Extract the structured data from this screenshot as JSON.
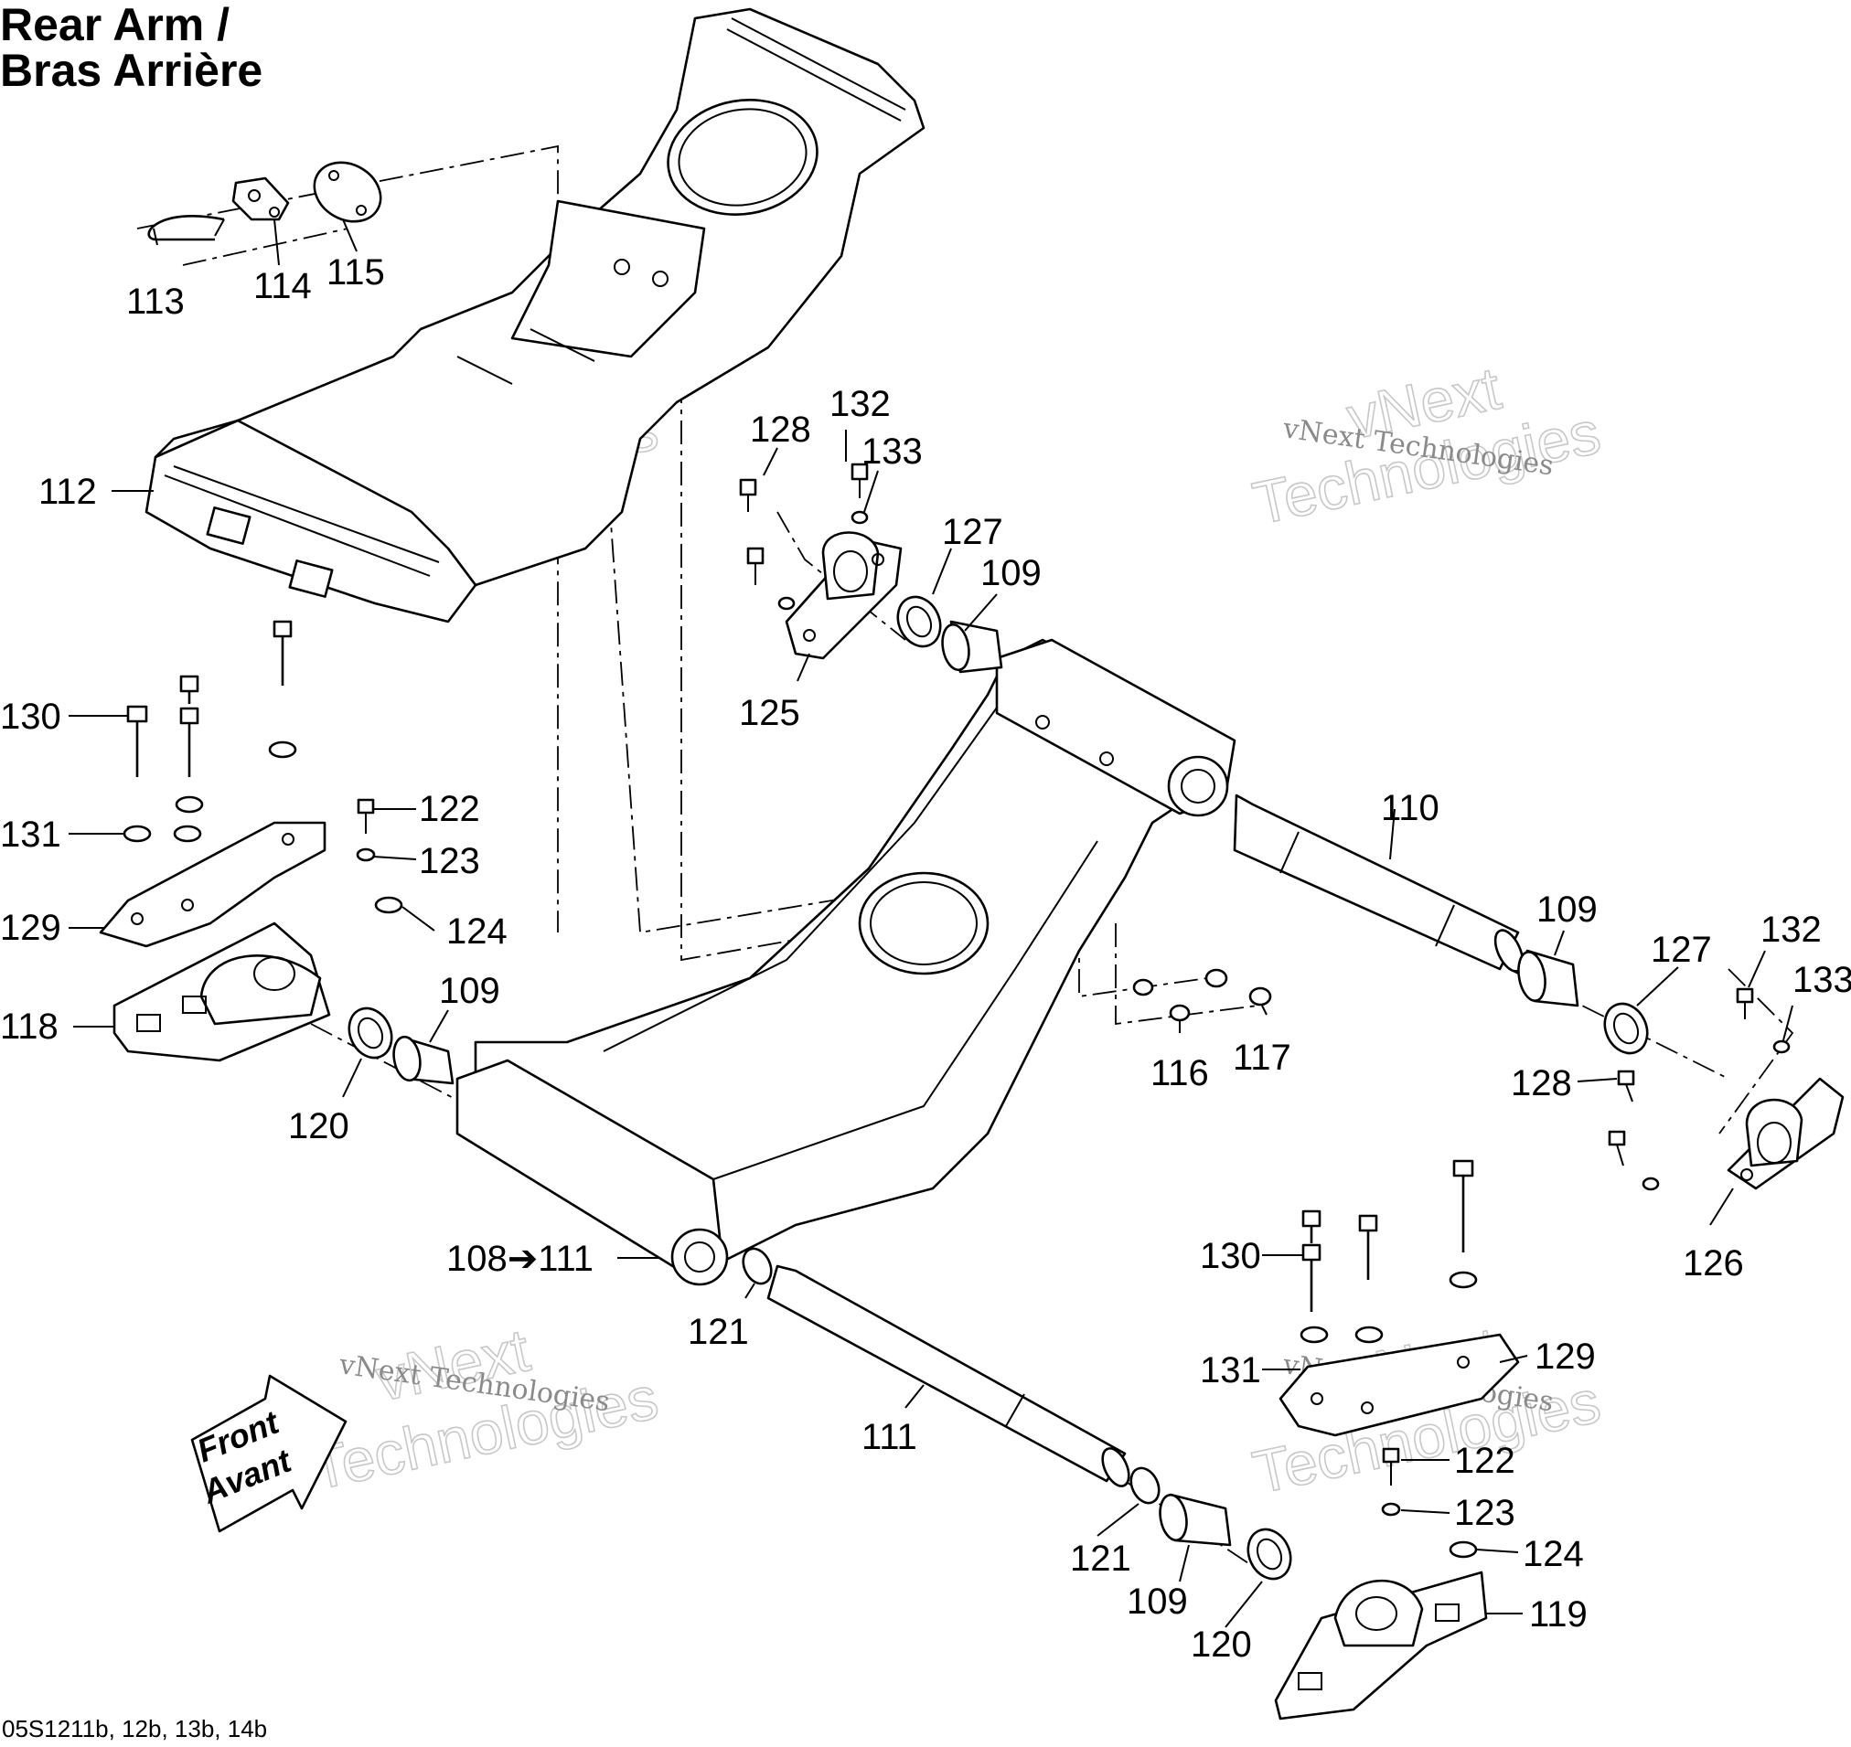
{
  "title_lines": [
    "Rear Arm /",
    "Bras Arrière"
  ],
  "footer_ref": "05S1211b, 12b, 13b, 14b",
  "front_label": [
    "Front",
    "Avant"
  ],
  "watermark_small": "vNext Technologies",
  "watermark_big_lines": [
    "vNext",
    "Technologies"
  ],
  "callouts": {
    "c113": "113",
    "c114": "114",
    "c115": "115",
    "c112": "112",
    "c128a": "128",
    "c132a": "132",
    "c133a": "133",
    "c127a": "127",
    "c109a": "109",
    "c125": "125",
    "c130a": "130",
    "c131a": "131",
    "c129a": "129",
    "c118": "118",
    "c122a": "122",
    "c123a": "123",
    "c124a": "124",
    "c109b": "109",
    "c120a": "120",
    "c110": "110",
    "c109c": "109",
    "c127b": "127",
    "c132b": "132",
    "c133b": "133",
    "c128b": "128",
    "c126": "126",
    "c116": "116",
    "c117": "117",
    "c108": "108➔111",
    "c121a": "121",
    "c111": "111",
    "c130b": "130",
    "c131b": "131",
    "c129b": "129",
    "c122b": "122",
    "c123b": "123",
    "c124b": "124",
    "c121b": "121",
    "c109d": "109",
    "c120b": "120",
    "c119": "119"
  }
}
